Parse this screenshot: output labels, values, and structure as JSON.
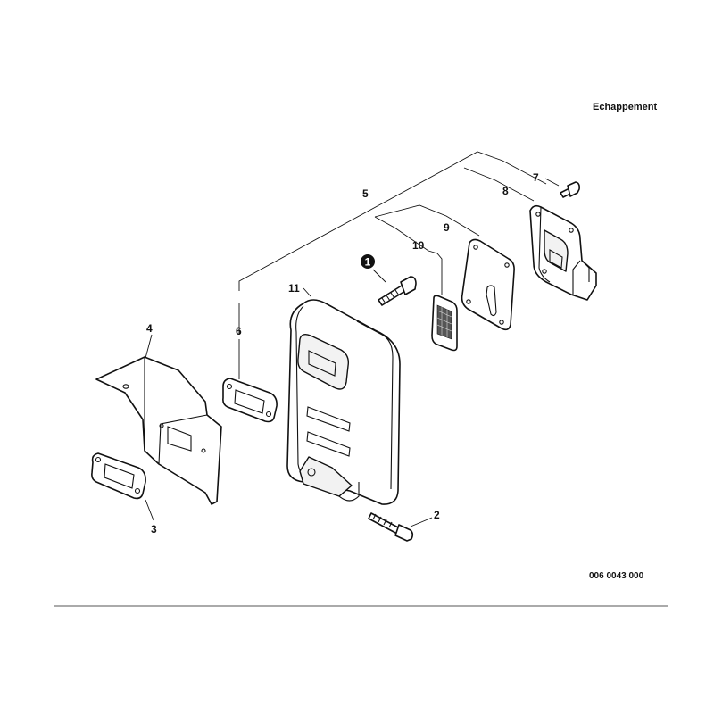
{
  "header": {
    "title": "Echappement"
  },
  "footer": {
    "drawing_code": "006 0043 000"
  },
  "callouts": {
    "c1": "1",
    "c2": "2",
    "c3": "3",
    "c4": "4",
    "c5": "5",
    "c6": "6",
    "c7": "7",
    "c8": "8",
    "c9": "9",
    "c10": "10",
    "c11": "11"
  }
}
